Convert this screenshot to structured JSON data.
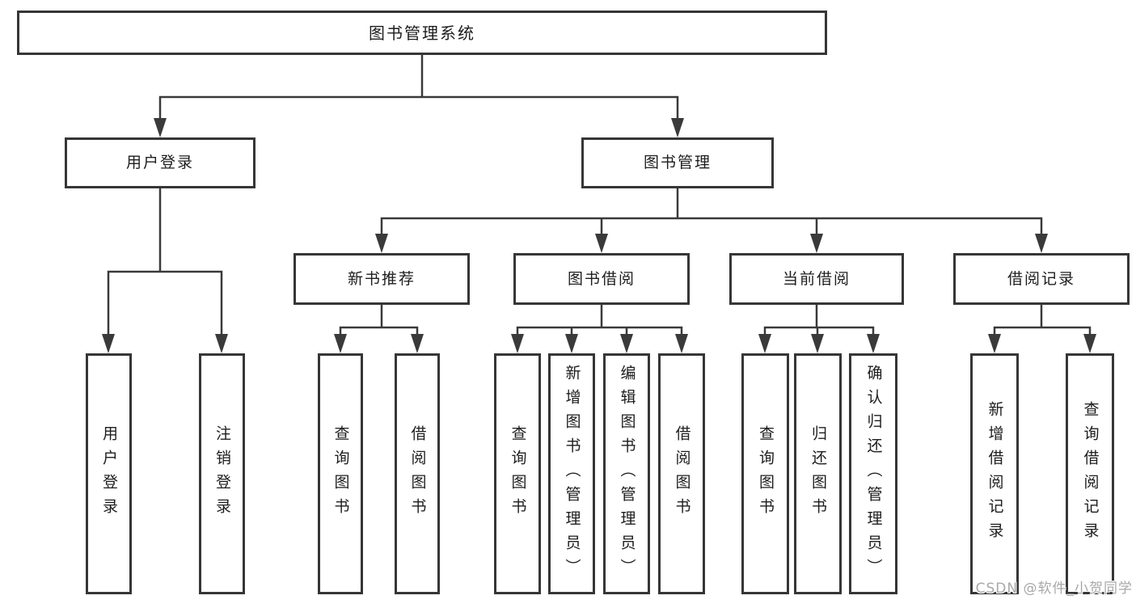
{
  "tree": {
    "root": {
      "label": "图书管理系统"
    },
    "branches": [
      {
        "label": "用户登录",
        "children": [
          {
            "label": "用户登录"
          },
          {
            "label": "注销登录"
          }
        ]
      },
      {
        "label": "图书管理",
        "children": [
          {
            "label": "新书推荐",
            "children": [
              {
                "label": "查询图书"
              },
              {
                "label": "借阅图书"
              }
            ]
          },
          {
            "label": "图书借阅",
            "children": [
              {
                "label": "查询图书"
              },
              {
                "label": "新增图书（管理员）"
              },
              {
                "label": "编辑图书（管理员）"
              },
              {
                "label": "借阅图书"
              }
            ]
          },
          {
            "label": "当前借阅",
            "children": [
              {
                "label": "查询图书"
              },
              {
                "label": "归还图书"
              },
              {
                "label": "确认归还（管理员）"
              }
            ]
          },
          {
            "label": "借阅记录",
            "children": [
              {
                "label": "新增借阅记录"
              },
              {
                "label": "查询借阅记录"
              }
            ]
          }
        ]
      }
    ]
  },
  "watermark": {
    "text": "CSDN @软件_小贺同学"
  },
  "colors": {
    "line": "#3a3a3a",
    "box_border": "#363636",
    "text": "#1d1d1d",
    "background": "#ffffff",
    "watermark": "#a8a8a8"
  }
}
